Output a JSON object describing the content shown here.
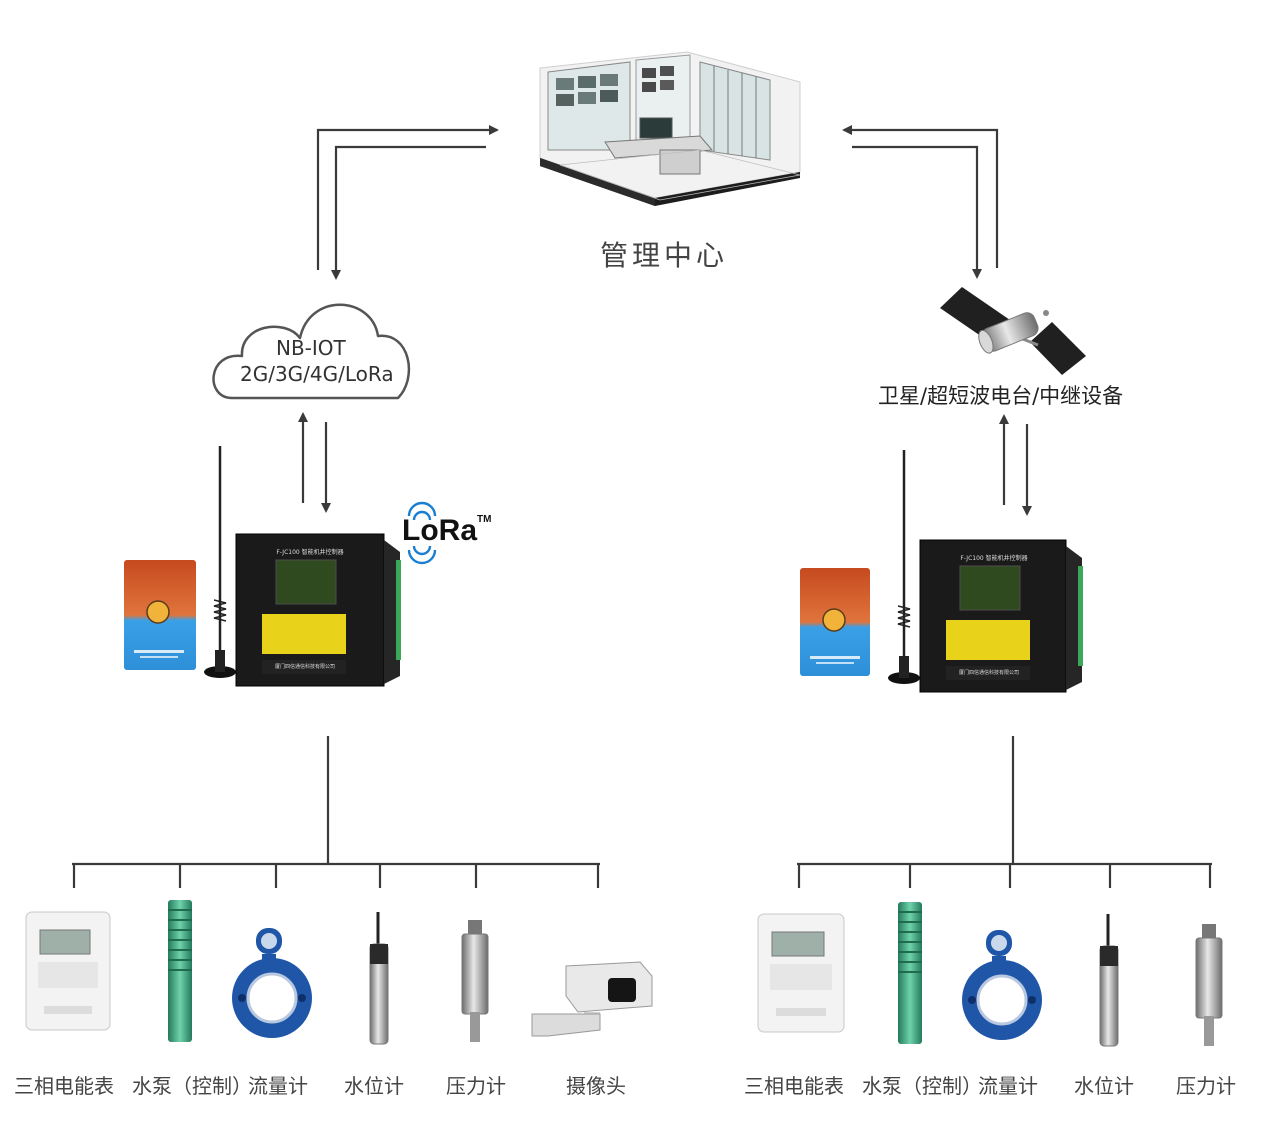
{
  "management_center": {
    "label": "管理中心"
  },
  "cloud": {
    "line1": "NB-IOT",
    "line2": "2G/3G/4G/LoRa"
  },
  "satellite": {
    "label": "卫星/超短波电台/中继设备"
  },
  "lora_logo": {
    "text": "LoRa",
    "tm": "TM"
  },
  "controller": {
    "model": "F-JC100 智能机井控制器",
    "company": "厦门四信通信科技有限公司"
  },
  "left_devices": [
    {
      "label": "三相电能表",
      "icon": "energy-meter"
    },
    {
      "label": "水泵（控制）",
      "icon": "water-pump"
    },
    {
      "label": "流量计",
      "icon": "flow-meter"
    },
    {
      "label": "水位计",
      "icon": "water-level-sensor"
    },
    {
      "label": "压力计",
      "icon": "pressure-gauge"
    },
    {
      "label": "摄像头",
      "icon": "camera"
    }
  ],
  "right_devices": [
    {
      "label": "三相电能表",
      "icon": "energy-meter"
    },
    {
      "label": "水泵（控制）",
      "icon": "water-pump"
    },
    {
      "label": "流量计",
      "icon": "flow-meter"
    },
    {
      "label": "水位计",
      "icon": "water-level-sensor"
    },
    {
      "label": "压力计",
      "icon": "pressure-gauge"
    }
  ],
  "colors": {
    "line": "#3a3a3a",
    "card_blue": "#3aa0e6",
    "controller_body": "#1a1a1a",
    "controller_keypad": "#e8d21a",
    "pump_green": "#3aa884",
    "flow_blue": "#1f56a8"
  }
}
